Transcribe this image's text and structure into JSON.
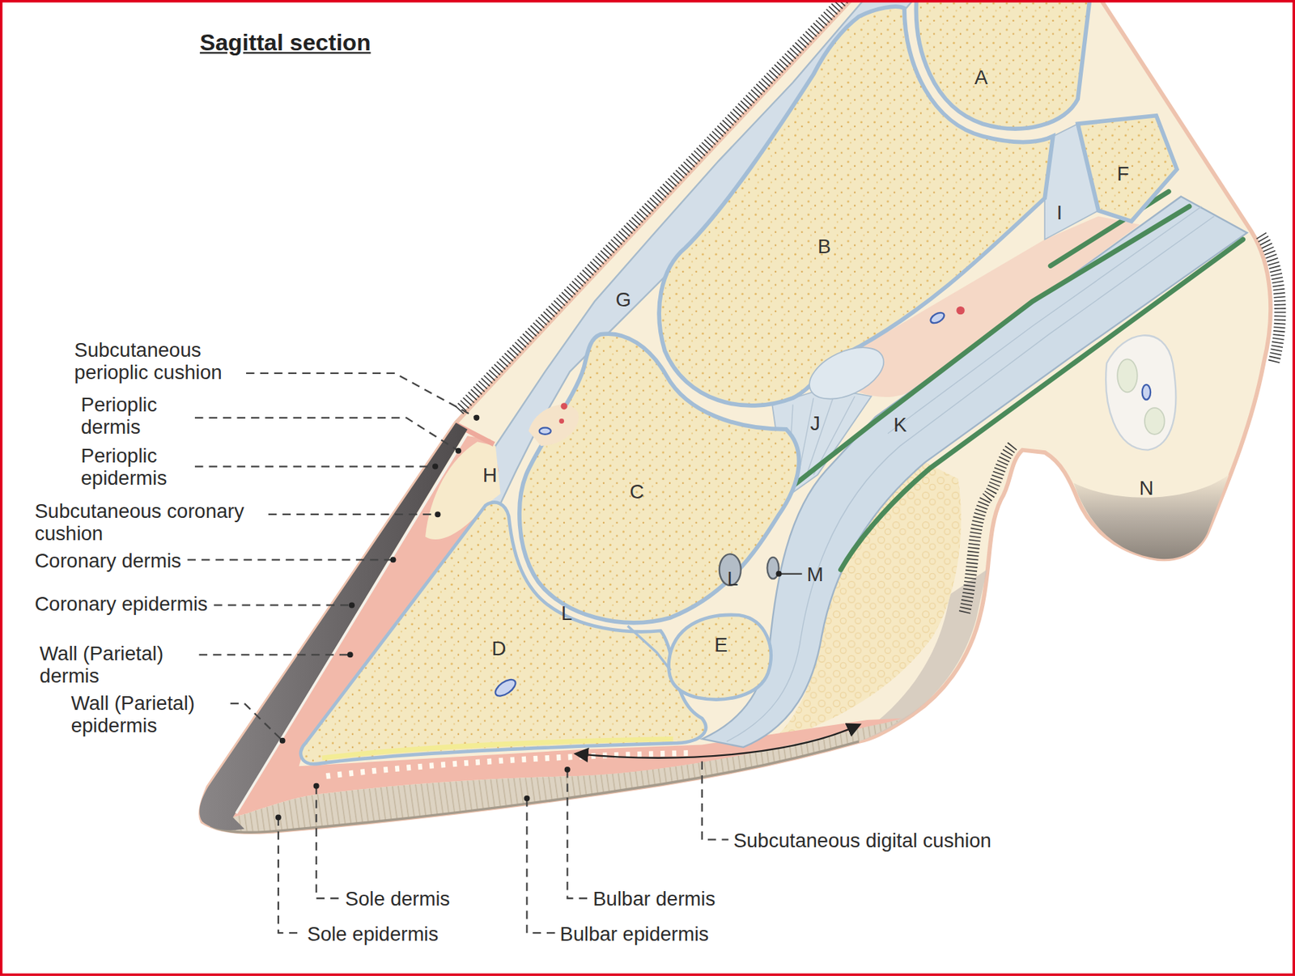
{
  "diagram": {
    "title": "Sagittal section",
    "labels": [
      "Subcutaneous perioplic cushion",
      "Perioplic dermis",
      "Perioplic epidermis",
      "Subcutaneous coronary cushion",
      "Coronary dermis",
      "Coronary epidermis",
      "Wall (Parietal) dermis",
      "Wall (Parietal) epidermis",
      "Subcutaneous digital cushion",
      "Sole dermis",
      "Bulbar dermis",
      "Sole epidermis",
      "Bulbar epidermis",
      "A",
      "F",
      "I",
      "B",
      "G",
      "J",
      "K",
      "N",
      "H",
      "C",
      "L",
      "M",
      "L",
      "E",
      "D"
    ]
  }
}
